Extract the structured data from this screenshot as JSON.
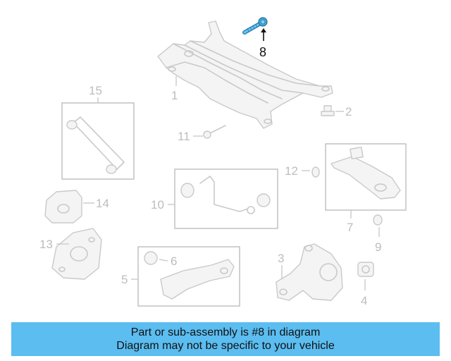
{
  "callouts": {
    "c1": "1",
    "c2": "2",
    "c3": "3",
    "c4": "4",
    "c5": "5",
    "c6": "6",
    "c7": "7",
    "c8": "8",
    "c9": "9",
    "c10": "10",
    "c11": "11",
    "c12": "12",
    "c13": "13",
    "c14": "14",
    "c15": "15"
  },
  "highlighted_part": "8",
  "colors": {
    "banner": "#5bbdf0",
    "highlight_part": "#4aa8d8",
    "ghost": "#c9c9c9"
  },
  "banner": {
    "line1": "Part or sub-assembly is #8 in diagram",
    "line2": "Diagram may not be specific to your vehicle"
  }
}
